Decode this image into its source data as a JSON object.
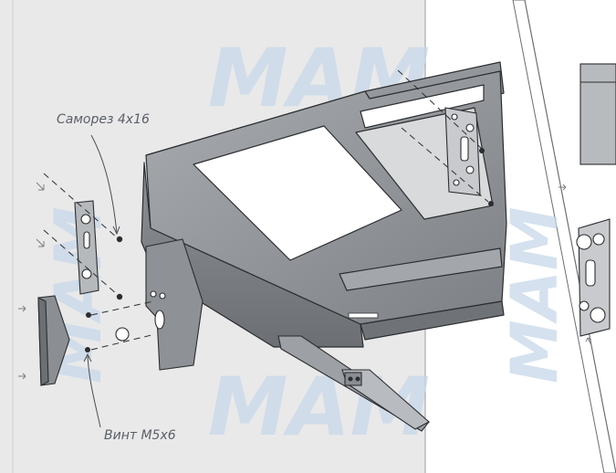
{
  "labels": {
    "screw": "Саморез 4х16",
    "bolt": "Винт М5х6"
  },
  "watermark": {
    "text": "MAM",
    "color": "#c7d7e8"
  },
  "colors": {
    "frame": "#8f9296",
    "frame_dark": "#6d7074",
    "frame_light": "#b4b7bb",
    "panel": "#e9e9ea",
    "outline": "#2b2d30",
    "leader": "#4a4d52"
  }
}
